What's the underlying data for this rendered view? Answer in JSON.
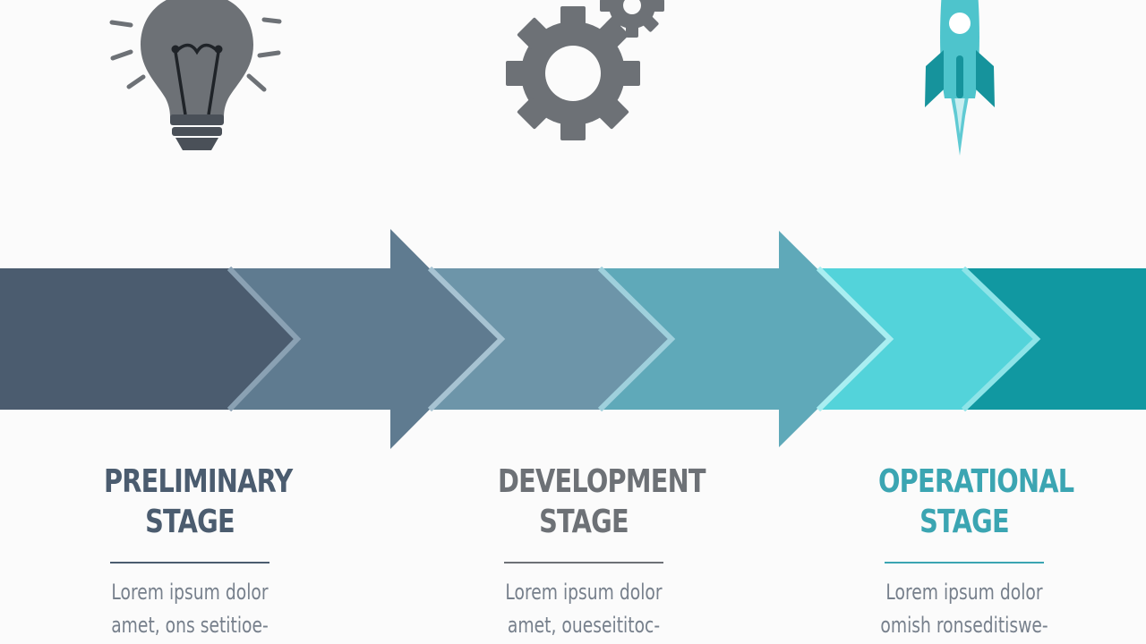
{
  "colors": {
    "background": "#fbfbfb",
    "slate": "#4b5c6f",
    "gray": "#6d7176",
    "teal": "#3ba5b2",
    "segments": [
      "#4b5c6f",
      "#5f7b90",
      "#6d95a9",
      "#5fa9b9",
      "#53d3da",
      "#1198a1"
    ]
  },
  "icons": {
    "preliminary": "lightbulb-icon",
    "development": "gears-icon",
    "operational": "rocket-icon"
  },
  "stages": [
    {
      "title_line1": "PRELIMINARY",
      "title_line2": "STAGE",
      "desc_line1": "Lorem ipsum dolor",
      "desc_line2": "amet, ons setitioe-"
    },
    {
      "title_line1": "DEVELOPMENT",
      "title_line2": "STAGE",
      "desc_line1": "Lorem ipsum dolor",
      "desc_line2": "amet, oueseititoc-"
    },
    {
      "title_line1": "OPERATIONAL",
      "title_line2": "STAGE",
      "desc_line1": "Lorem ipsum  dolor",
      "desc_line2": "omish ronseditiswe-"
    }
  ]
}
